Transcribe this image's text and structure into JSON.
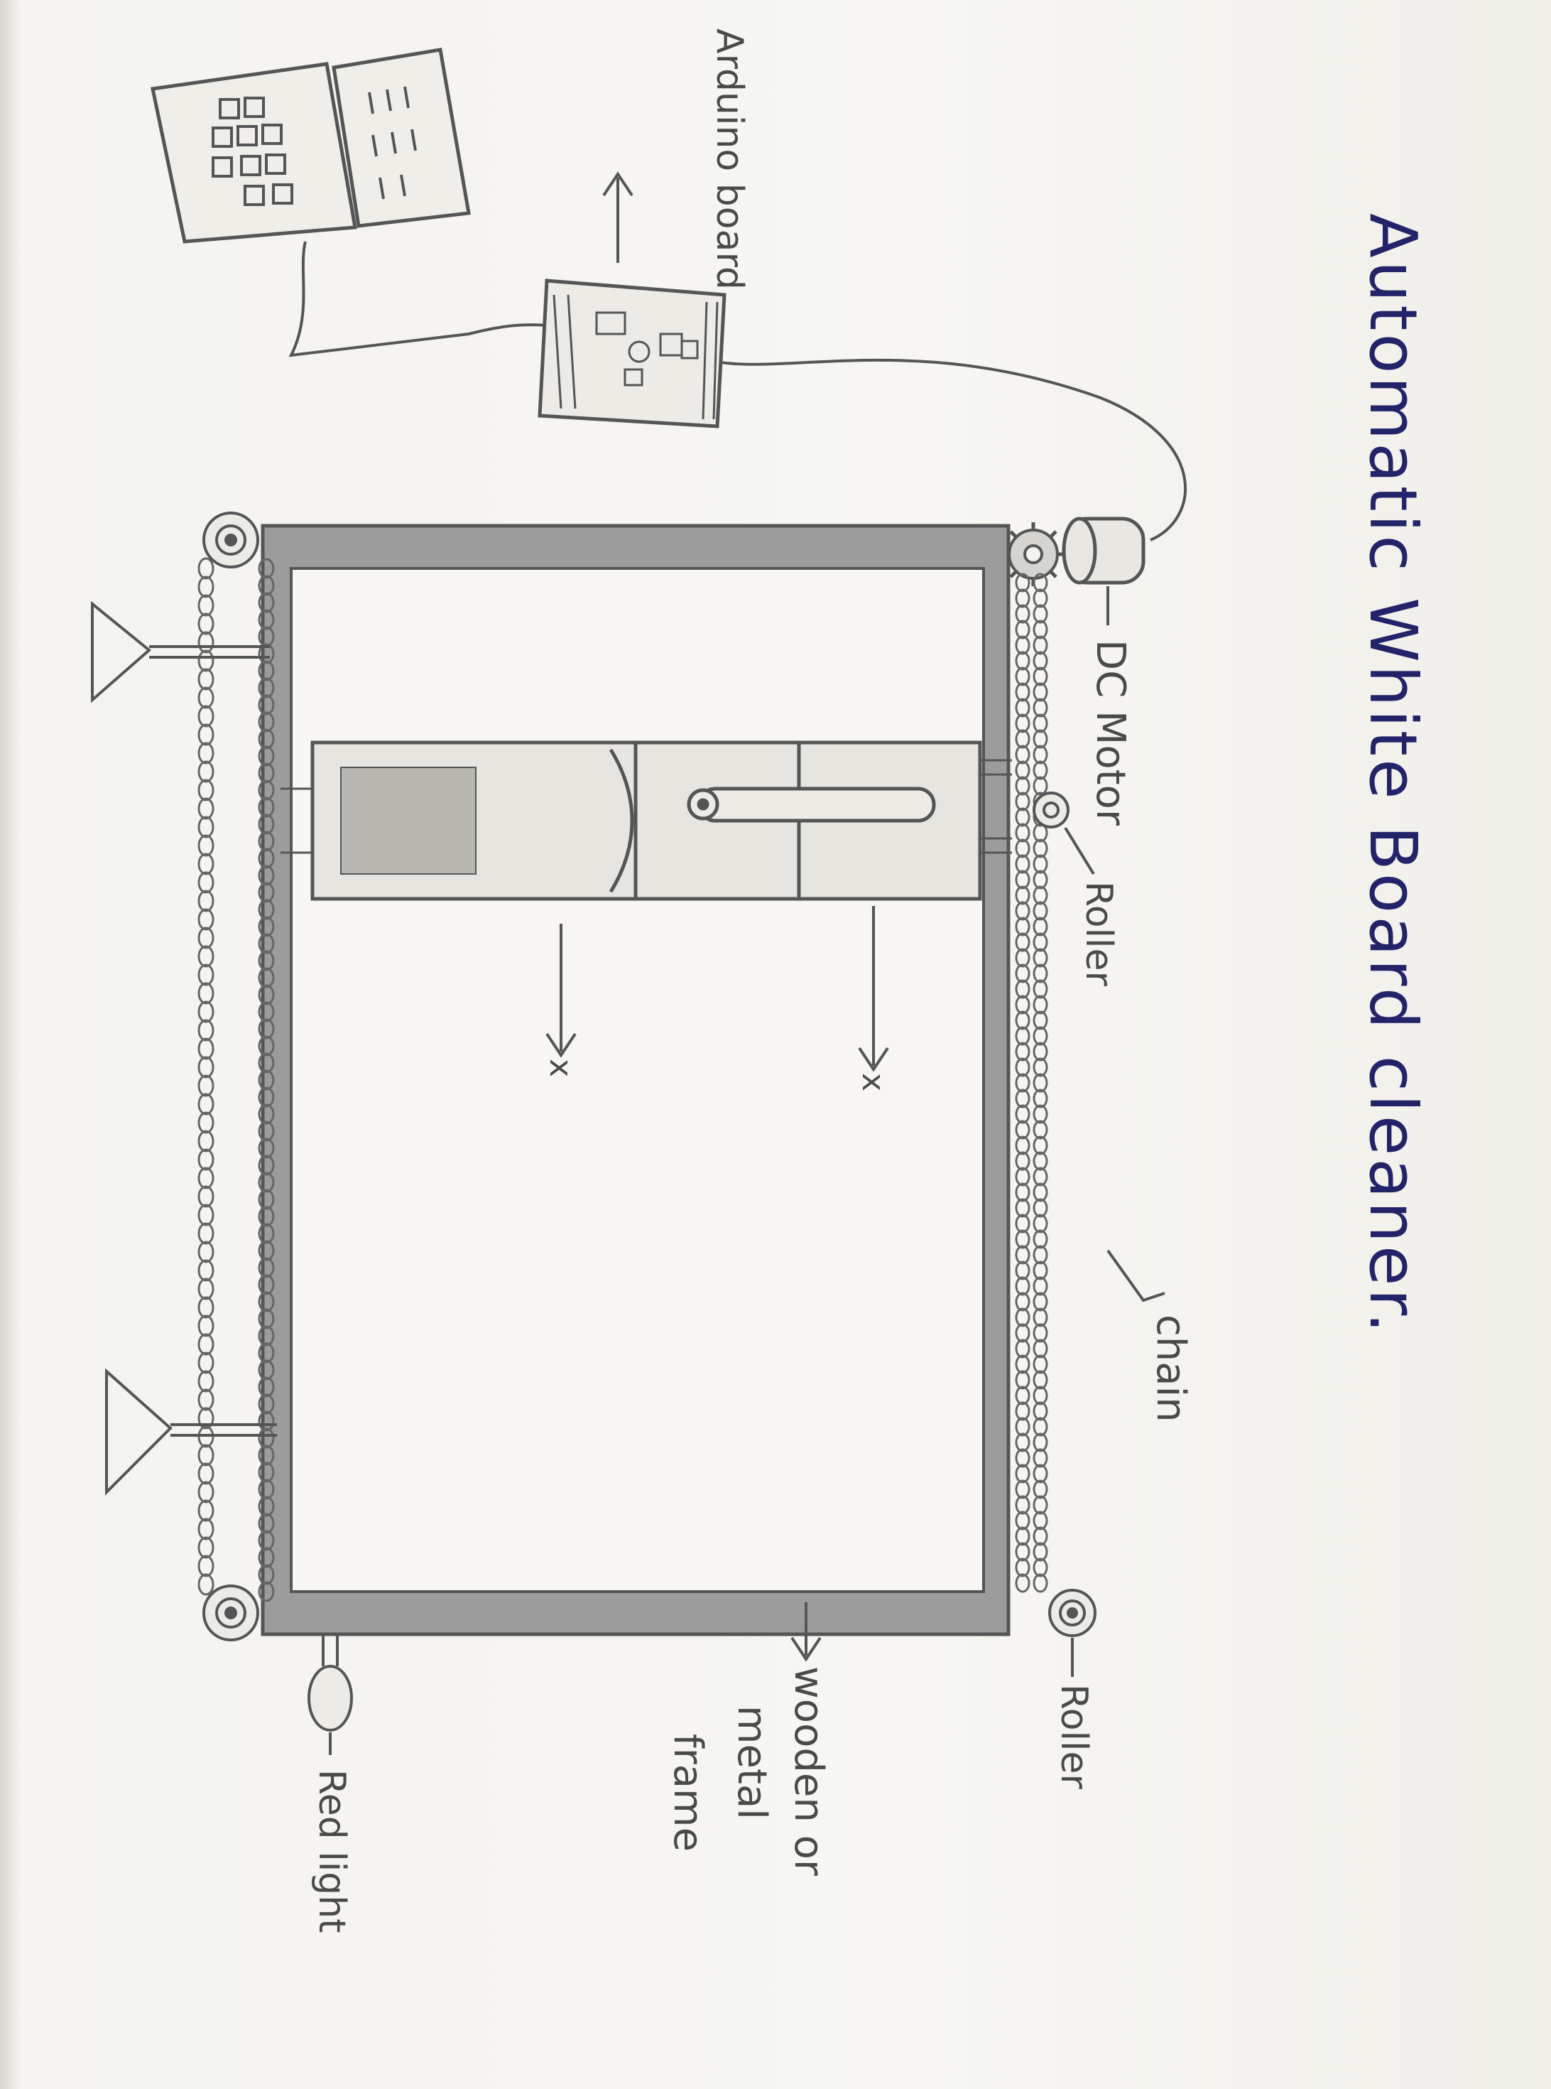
{
  "title": "Automatic White Board cleaner.",
  "labels": {
    "arduino": "Arduino board",
    "dc_motor": "DC Motor",
    "roller_top": "Roller",
    "chain": "chain",
    "roller_bottom": "Roller",
    "frame_line1": "wooden or",
    "frame_line2": "metal",
    "frame_line3": "frame",
    "led": "Red light",
    "arrow_x1": "x",
    "arrow_x2": "x"
  },
  "colors": {
    "ink": "#4a4a4a",
    "title_ink": "#23236a",
    "frame_fill": "#9a9a9a"
  },
  "icons": [
    "laptop-icon",
    "arduino-board-icon",
    "dc-motor-icon",
    "gear-icon",
    "roller-icon",
    "led-bulb-icon",
    "stand-icon"
  ]
}
